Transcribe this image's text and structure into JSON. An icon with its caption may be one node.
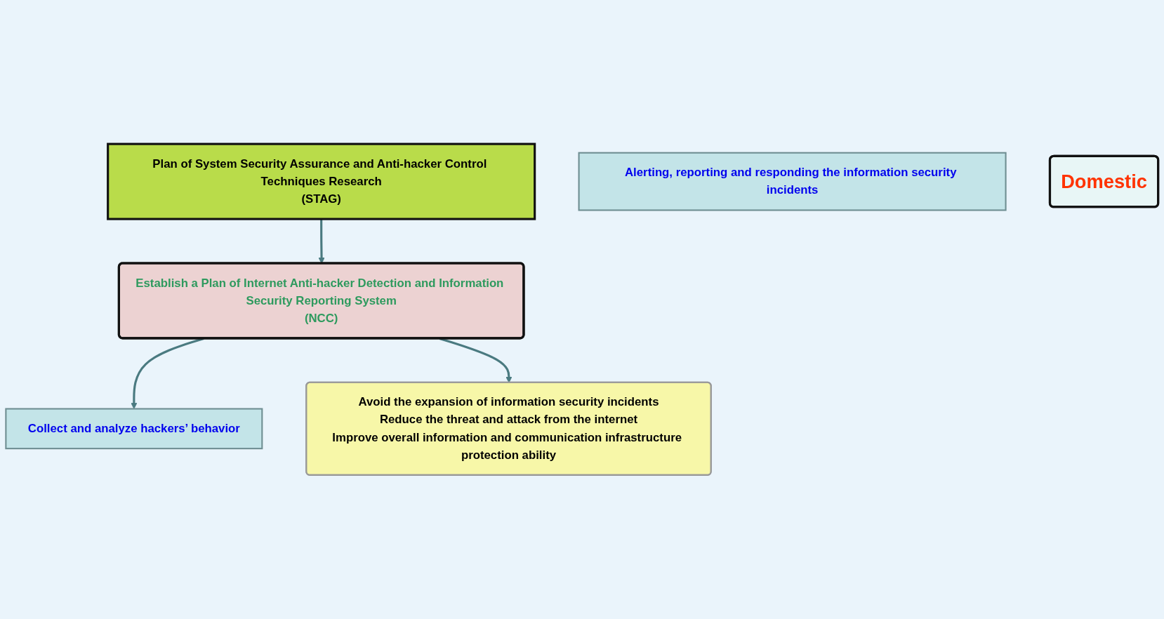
{
  "diagram": {
    "nodes": [
      {
        "text": [
          "Plan of System Security Assurance and Anti-hacker Control Techniques Research",
          "(STAG)"
        ]
      },
      {
        "text": [
          "Establish a Plan of Internet Anti-hacker Detection and Information Security Reporting System",
          "(NCC)"
        ]
      },
      {
        "text": [
          "Collect and analyze hackers’ behavior"
        ]
      },
      {
        "text": [
          "Alerting, reporting and responding the information security incidents"
        ]
      },
      {
        "text": [
          "Avoid the expansion of information security incidents",
          "Reduce the threat and attack from the internet",
          "Improve overall information and communication infrastructure protection ability"
        ]
      },
      {
        "text": [
          "Domestic"
        ]
      }
    ],
    "edges": [
      {
        "from": 0,
        "to": 1,
        "arrow": "to"
      },
      {
        "from": 1,
        "to": 2,
        "arrow": "to"
      },
      {
        "from": 1,
        "to": 4,
        "arrow": "to"
      }
    ]
  }
}
